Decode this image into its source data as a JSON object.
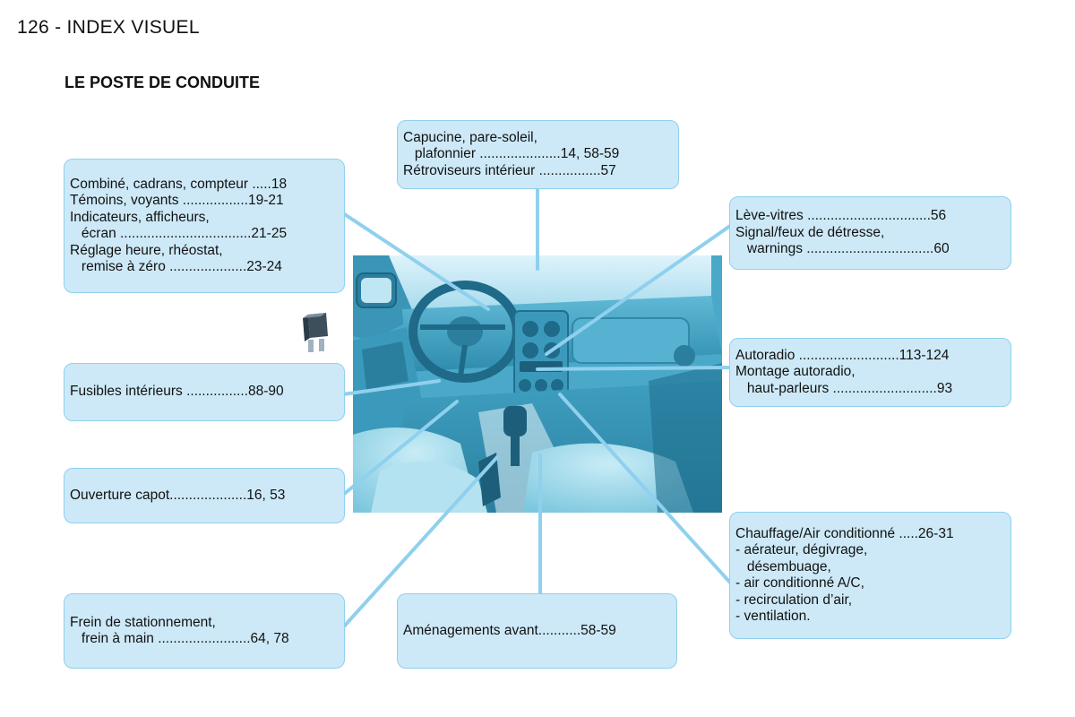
{
  "header": {
    "page_label": "126 - INDEX VISUEL"
  },
  "section": {
    "title": "LE POSTE DE CONDUITE"
  },
  "colors": {
    "box_fill": "#cde9f7",
    "box_border": "#8fd0ee",
    "leader_line": "#8fd0ee"
  },
  "callouts": {
    "instruments": {
      "lines": [
        "Combiné, cadrans, compteur .....18",
        "Témoins, voyants .................19-21",
        "Indicateurs, afficheurs,",
        "   écran ..................................21-25",
        "Réglage heure, rhéostat,",
        "   remise à zéro ....................23-24"
      ]
    },
    "visor": {
      "lines": [
        "Capucine, pare-soleil,",
        "   plafonnier .....................14, 58-59",
        "Rétroviseurs intérieur ................57"
      ]
    },
    "windows": {
      "lines": [
        "Lève-vitres ................................56",
        "Signal/feux de détresse,",
        "   warnings .................................60"
      ]
    },
    "fuses": {
      "lines": [
        "Fusibles intérieurs ................88-90"
      ]
    },
    "radio": {
      "lines": [
        "Autoradio ..........................113-124",
        "Montage autoradio,",
        "   haut-parleurs ...........................93"
      ]
    },
    "bonnet": {
      "lines": [
        "Ouverture capot....................16, 53"
      ]
    },
    "climate": {
      "lines": [
        "Chauffage/Air conditionné .....26-31",
        "- aérateur, dégivrage,",
        "   désembuage,",
        "- air conditionné A/C,",
        "- recirculation d’air,",
        "- ventilation."
      ]
    },
    "handbrake": {
      "lines": [
        "Frein de stationnement,",
        "   frein à main ........................64, 78"
      ]
    },
    "front_fittings": {
      "lines": [
        "Aménagements avant...........58-59"
      ]
    }
  },
  "images": {
    "photo": "car-interior-dashboard-photo",
    "fuse": "fuse-icon"
  }
}
